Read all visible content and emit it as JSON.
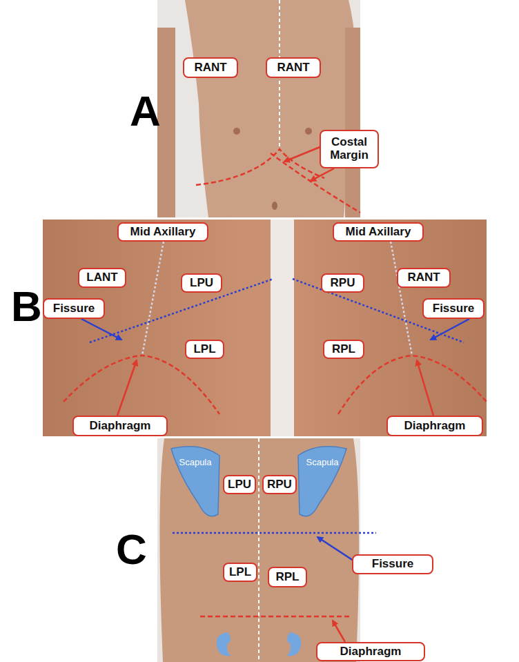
{
  "diagram": {
    "nodes": [
      {
        "text": [
          "RANT"
        ]
      },
      {
        "text": [
          "RANT"
        ]
      },
      {
        "text": [
          "Costal Margin"
        ]
      },
      {
        "text": [
          "Mid Axillary"
        ]
      },
      {
        "text": [
          "Mid Axillary"
        ]
      },
      {
        "text": [
          "LANT"
        ]
      },
      {
        "text": [
          "LPU"
        ]
      },
      {
        "text": [
          "RPU"
        ]
      },
      {
        "text": [
          "RANT"
        ]
      },
      {
        "text": [
          "Fissure"
        ]
      },
      {
        "text": [
          "Fissure"
        ]
      },
      {
        "text": [
          "LPL"
        ]
      },
      {
        "text": [
          "RPL"
        ]
      },
      {
        "text": [
          "Diaphragm"
        ]
      },
      {
        "text": [
          "Diaphragm"
        ]
      },
      {
        "text": [
          "Scapula"
        ]
      },
      {
        "text": [
          "Scapula"
        ]
      },
      {
        "text": [
          "LPU"
        ]
      },
      {
        "text": [
          "RPU"
        ]
      },
      {
        "text": [
          "Fissure"
        ]
      },
      {
        "text": [
          "LPL"
        ]
      },
      {
        "text": [
          "RPL"
        ]
      },
      {
        "text": [
          "Diaphragm"
        ]
      }
    ],
    "labels": [
      "A",
      "B",
      "C"
    ]
  }
}
